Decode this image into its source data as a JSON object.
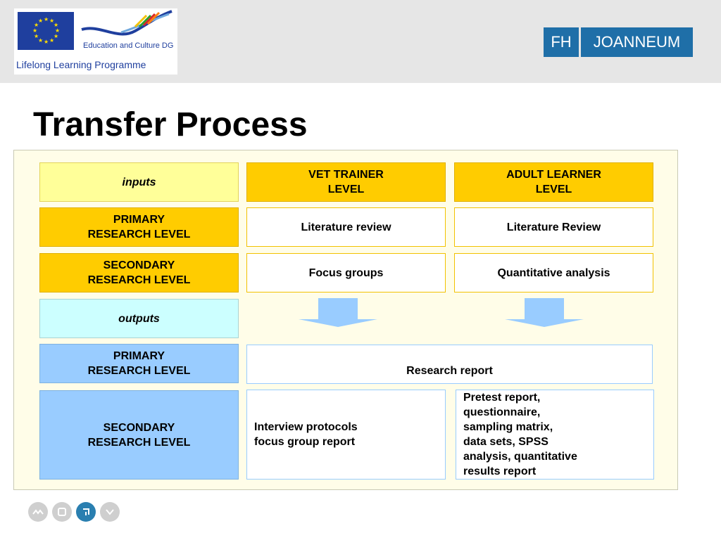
{
  "header": {
    "eu_dg_text": "Education and Culture DG",
    "eu_programme_text": "Lifelong Learning Programme",
    "fh_text": "FH",
    "joanneum_text": "JOANNEUM"
  },
  "slide": {
    "title": "Transfer Process"
  },
  "table": {
    "inputs_label": "inputs",
    "col_vet": "VET TRAINER\nLEVEL",
    "col_adult": "ADULT LEARNER\nLEVEL",
    "row_primary_in": "PRIMARY\nRESEARCH LEVEL",
    "row_secondary_in": "SECONDARY\nRESEARCH LEVEL",
    "vet_primary_in": "Literature review",
    "adult_primary_in": "Literature Review",
    "vet_secondary_in": "Focus groups",
    "adult_secondary_in": "Quantitative analysis",
    "outputs_label": "outputs",
    "row_primary_out": "PRIMARY\nRESEARCH LEVEL",
    "row_secondary_out": "SECONDARY\nRESEARCH LEVEL",
    "primary_out": "Research report",
    "vet_secondary_out": "Interview protocols\nfocus group report",
    "adult_secondary_out": "Pretest report,\nquestionnaire,\nsampling matrix,\ndata sets, SPSS\nanalysis, quantitative\nresults report"
  },
  "colors": {
    "gold": "#ffcc00",
    "pale_yellow": "#ffff99",
    "cyan": "#ccffff",
    "blue": "#99ccff",
    "fh_blue": "#1f6fa8"
  },
  "nav": {
    "icons": [
      "back-icon",
      "home-icon",
      "next-icon",
      "down-icon"
    ]
  }
}
